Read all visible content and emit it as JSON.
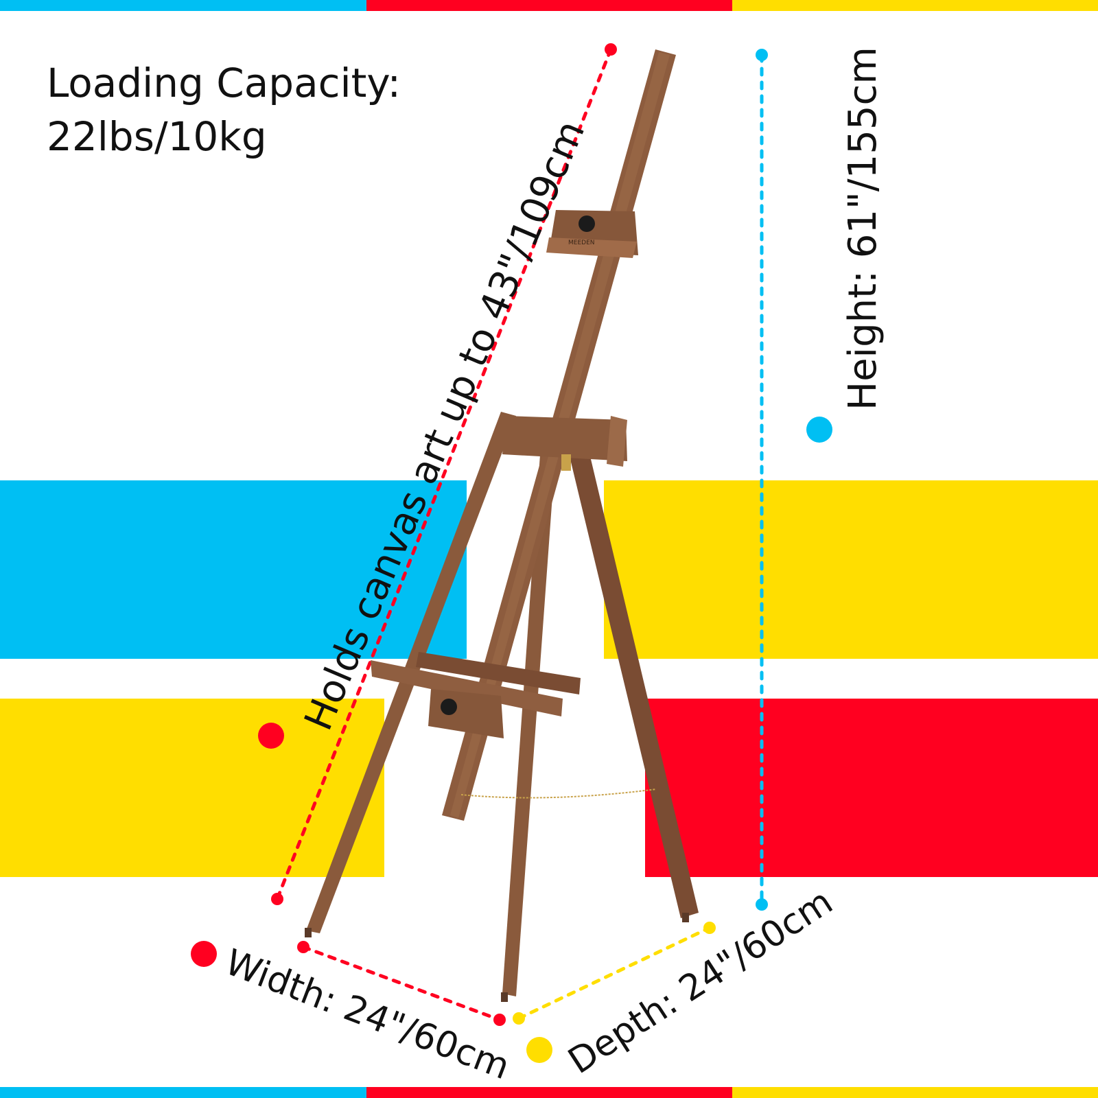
{
  "colors": {
    "blue": "#00bff3",
    "red": "#ff0020",
    "yellow": "#ffde00",
    "wood": "#8a5a3c",
    "wood_dark": "#6e4530",
    "text": "#111111"
  },
  "capacity": {
    "label": "Loading Capacity:",
    "value": "22lbs/10kg"
  },
  "dimensions": {
    "canvas": "Holds canvas art up to 43\"/109cm",
    "height": "Height: 61\"/155cm",
    "width": "Width: 24\"/60cm",
    "depth": "Depth: 24\"/60cm"
  },
  "brand_mark": "MEEDEN",
  "icons": {
    "easel": "easel-photo",
    "measure_dot": "dot-marker"
  }
}
